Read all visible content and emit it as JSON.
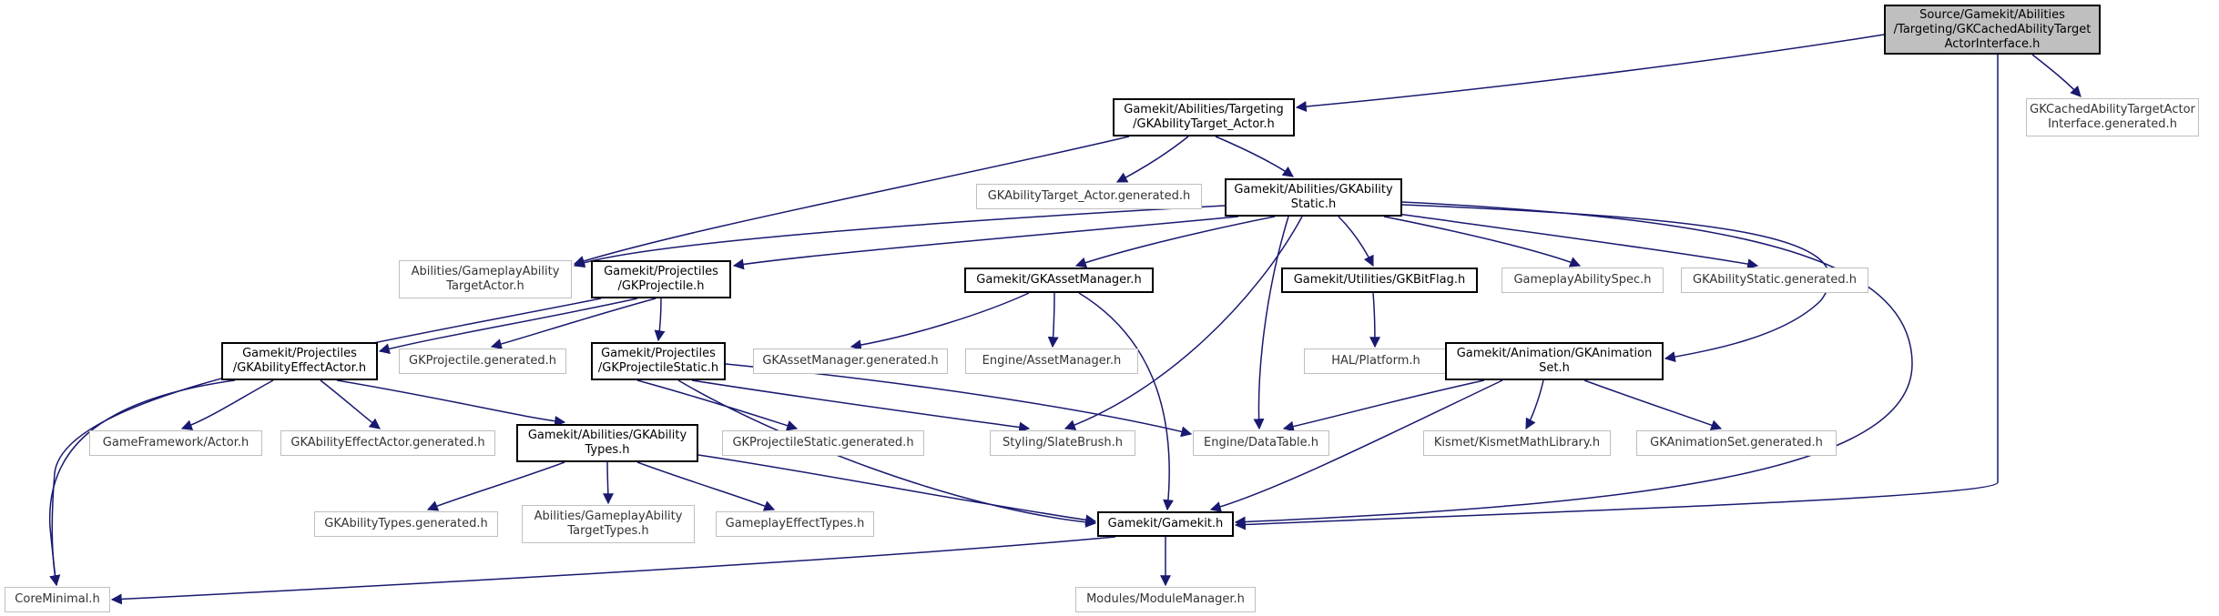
{
  "colors": {
    "edge": "#191970",
    "root_fill": "#bfbfbf",
    "ext_border": "#bfbfbf",
    "doc_border": "#000000"
  },
  "nodes": {
    "root": "Source/Gamekit/Abilities\n/Targeting/GKCachedAbilityTarget\nActorInterface.h",
    "target_actor": "Gamekit/Abilities/Targeting\n/GKAbilityTarget_Actor.h",
    "cached_generated": "GKCachedAbilityTargetActor\nInterface.generated.h",
    "target_actor_generated": "GKAbilityTarget_Actor.generated.h",
    "ability_static": "Gamekit/Abilities/GKAbility\nStatic.h",
    "gameplay_target_actor": "Abilities/GameplayAbility\nTargetActor.h",
    "projectile": "Gamekit/Projectiles\n/GKProjectile.h",
    "asset_manager": "Gamekit/GKAssetManager.h",
    "bitflag": "Gamekit/Utilities/GKBitFlag.h",
    "ability_spec": "GameplayAbilitySpec.h",
    "ability_static_generated": "GKAbilityStatic.generated.h",
    "effect_actor": "Gamekit/Projectiles\n/GKAbilityEffectActor.h",
    "projectile_generated": "GKProjectile.generated.h",
    "projectile_static": "Gamekit/Projectiles\n/GKProjectileStatic.h",
    "asset_manager_generated": "GKAssetManager.generated.h",
    "engine_asset_manager": "Engine/AssetManager.h",
    "platform": "HAL/Platform.h",
    "animation_set": "Gamekit/Animation/GKAnimation\nSet.h",
    "game_actor": "GameFramework/Actor.h",
    "effect_actor_generated": "GKAbilityEffectActor.generated.h",
    "ability_types": "Gamekit/Abilities/GKAbility\nTypes.h",
    "projectile_static_generated": "GKProjectileStatic.generated.h",
    "slate_brush": "Styling/SlateBrush.h",
    "data_table": "Engine/DataTable.h",
    "kismet": "Kismet/KismetMathLibrary.h",
    "animation_set_generated": "GKAnimationSet.generated.h",
    "ability_types_generated": "GKAbilityTypes.generated.h",
    "gameplay_target_types": "Abilities/GameplayAbility\nTargetTypes.h",
    "effect_types": "GameplayEffectTypes.h",
    "gamekit": "Gamekit/Gamekit.h",
    "core_minimal": "CoreMinimal.h",
    "module_manager": "Modules/ModuleManager.h"
  }
}
